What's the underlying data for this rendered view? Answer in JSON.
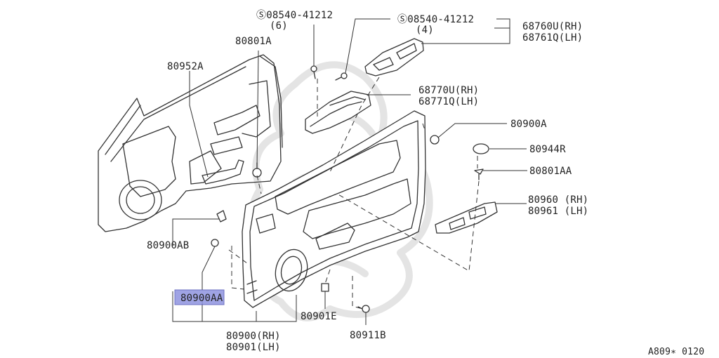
{
  "diagram": {
    "footer_code": "A809∗ 0120",
    "labels": {
      "screw_s1": {
        "part": "Ⓢ08540-41212",
        "qty": "(6)"
      },
      "screw_s2": {
        "part": "Ⓢ08540-41212",
        "qty": "(4)"
      },
      "switch_finisher": {
        "rh": "68760U(RH)",
        "lh": "68761Q(LH)"
      },
      "pull_handle": {
        "rh": "68770U(RH)",
        "lh": "68771Q(LH)"
      },
      "p80801A": "80801A",
      "p80952A": "80952A",
      "p80900A": "80900A",
      "p80944R": "80944R",
      "p80801AA": "80801AA",
      "power_window_switch": {
        "rh": "80960 (RH)",
        "lh": "80961 (LH)"
      },
      "p80900AB": "80900AB",
      "p80900AA": "80900AA",
      "p80901E": "80901E",
      "p80911B": "80911B",
      "door_trim": {
        "rh": "80900(RH)",
        "lh": "80901(LH)"
      }
    },
    "highlight_color": "#8f93e0"
  }
}
